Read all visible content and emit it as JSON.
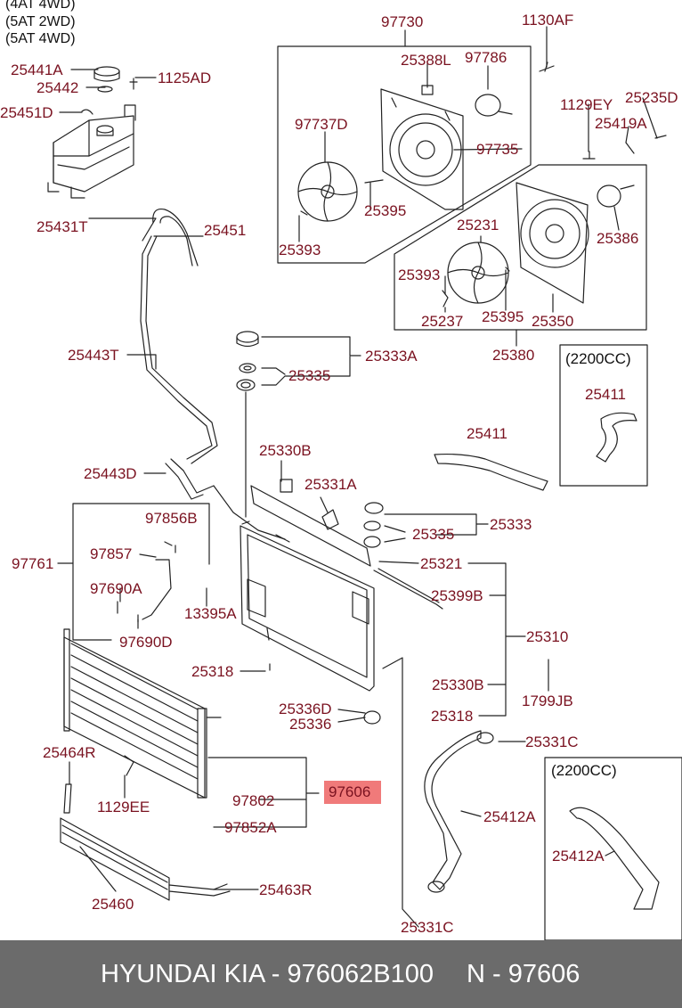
{
  "header_variants": [
    "(4AT 4WD)",
    "(5AT 2WD)",
    "(5AT 4WD)"
  ],
  "callouts": {
    "p25441A": "25441A",
    "p25442": "25442",
    "p1125AD": "1125AD",
    "p25451D": "25451D",
    "p25431T": "25431T",
    "p25451": "25451",
    "p25443T": "25443T",
    "p25443D": "25443D",
    "p97730": "97730",
    "p1130AF": "1130AF",
    "p25388L": "25388L",
    "p97786": "97786",
    "p97737D": "97737D",
    "p97735": "97735",
    "p25395a": "25395",
    "p25393a": "25393",
    "p1129EY": "1129EY",
    "p25235D": "25235D",
    "p25419A": "25419A",
    "p25386": "25386",
    "p25231": "25231",
    "p25393b": "25393",
    "p25237": "25237",
    "p25395b": "25395",
    "p25350": "25350",
    "p25380": "25380",
    "p25333A": "25333A",
    "p25335a": "25335",
    "p25411a": "25411",
    "p25411b": "25411",
    "p25330Ba": "25330B",
    "p25331A": "25331A",
    "p25333": "25333",
    "p25335b": "25335",
    "p97856B": "97856B",
    "p97857": "97857",
    "p97761": "97761",
    "p97690A": "97690A",
    "p13395A": "13395A",
    "p97690D": "97690D",
    "p25321": "25321",
    "p25399B": "25399B",
    "p25310": "25310",
    "p25318a": "25318",
    "p25330Bb": "25330B",
    "p1799JB": "1799JB",
    "p25336D": "25336D",
    "p25336": "25336",
    "p25318b": "25318",
    "p25331Ca": "25331C",
    "p25464R": "25464R",
    "p1129EE": "1129EE",
    "p97802": "97802",
    "p97606": "97606",
    "p97852A": "97852A",
    "p25412Aa": "25412A",
    "p25412Ab": "25412A",
    "p25460": "25460",
    "p25463R": "25463R",
    "p25331Cb": "25331C"
  },
  "variant_box_2200cc_upper": "(2200CC)",
  "variant_box_2200cc_lower": "(2200CC)",
  "colors": {
    "label": "#7a1220",
    "line": "#222222",
    "highlight": "#f07a7a",
    "footer_bg": "#6b6b6b"
  },
  "footer": {
    "brand_part": "HYUNDAI KIA - 976062B100",
    "ref": "N - 97606"
  }
}
